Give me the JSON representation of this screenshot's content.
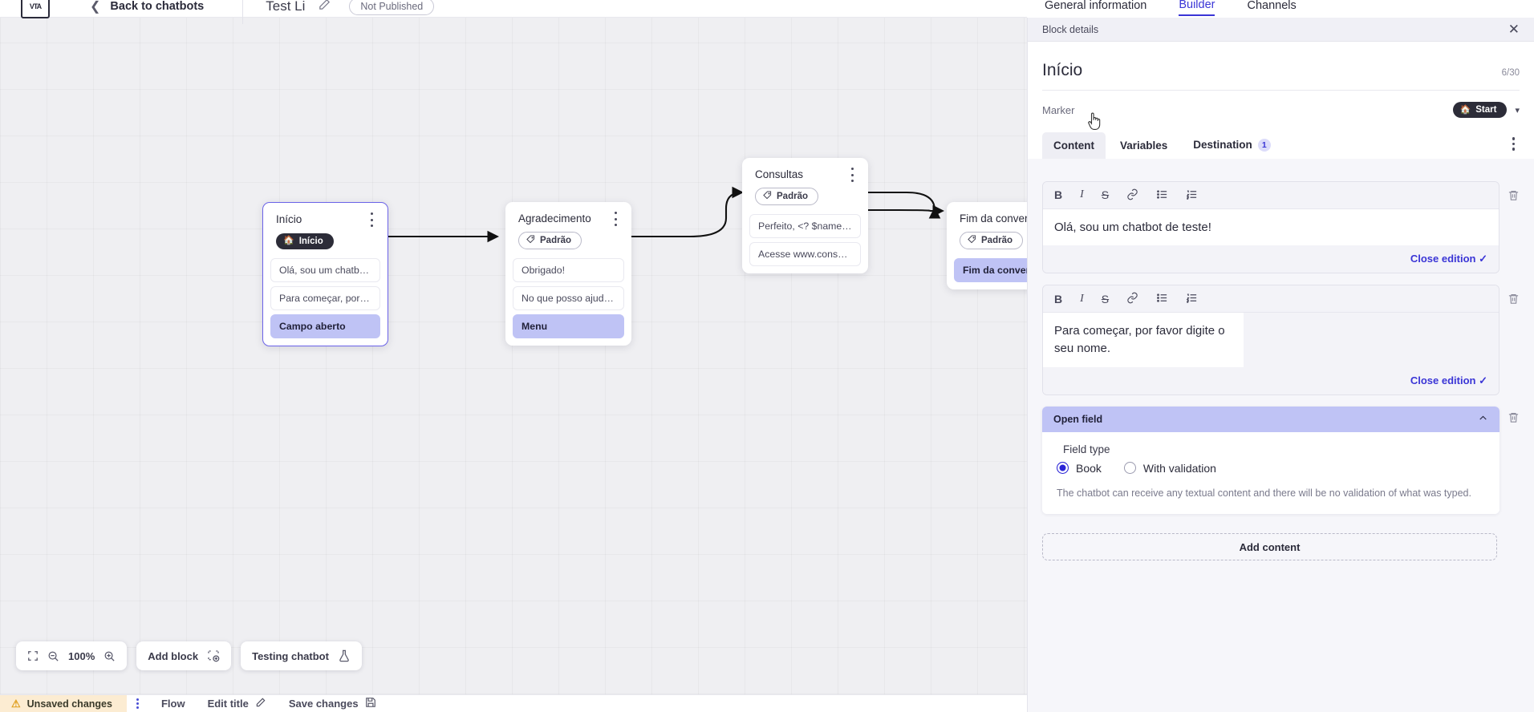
{
  "topbar": {
    "logo_alt": "vtex-logo",
    "back_label": "Back to chatbots",
    "chatbot_title": "Test Li",
    "edit_icon": "pencil-icon",
    "publish_status": "Not Published"
  },
  "header_tabs": [
    {
      "label": "General information",
      "active": false
    },
    {
      "label": "Builder",
      "active": true
    },
    {
      "label": "Channels",
      "active": false
    }
  ],
  "canvas": {
    "nodes": [
      {
        "title": "Início",
        "badge": {
          "type": "start",
          "label": "Início",
          "icon": "home-icon"
        },
        "rows": [
          {
            "text": "Olá, sou um chatbot de teste!",
            "highlight": false
          },
          {
            "text": "Para começar, por favor digite o ...",
            "highlight": false
          },
          {
            "text": "Campo aberto",
            "highlight": true
          }
        ],
        "selected": true
      },
      {
        "title": "Agradecimento",
        "badge": {
          "type": "default",
          "label": "Padrão",
          "icon": "tag-icon"
        },
        "rows": [
          {
            "text": "Obrigado!",
            "highlight": false
          },
          {
            "text": "No que posso ajudar, <? $name ...",
            "highlight": false
          },
          {
            "text": "Menu",
            "highlight": true
          }
        ],
        "selected": false
      },
      {
        "title": "Consultas",
        "badge": {
          "type": "default",
          "label": "Padrão",
          "icon": "tag-icon"
        },
        "rows": [
          {
            "text": "Perfeito, <? $name ?>!",
            "highlight": false
          },
          {
            "text": "Acesse www.consultas.com par...",
            "highlight": false
          }
        ],
        "selected": false
      },
      {
        "title": "Fim da conversa",
        "badge": {
          "type": "default",
          "label": "Padrão",
          "icon": "tag-icon"
        },
        "rows": [
          {
            "text": "Fim da conversa",
            "highlight": true
          }
        ],
        "selected": false
      }
    ]
  },
  "bottom_tools": {
    "fit_icon": "fit-screen-icon",
    "zoom_out_icon": "zoom-out-icon",
    "zoom_level": "100%",
    "zoom_in_icon": "zoom-in-icon",
    "add_block_label": "Add block",
    "add_block_icon": "add-block-icon",
    "testing_label": "Testing chatbot",
    "testing_icon": "flask-icon"
  },
  "statusbar": {
    "warning_icon": "warning-triangle-icon",
    "unsaved_label": "Unsaved changes",
    "kebab_icon": "more-vertical-icon",
    "flow_label": "Flow",
    "edit_title_label": "Edit title",
    "edit_title_icon": "pencil-icon",
    "save_label": "Save changes",
    "save_icon": "save-disk-icon"
  },
  "panel": {
    "header_title": "Block details",
    "close_icon": "close-icon",
    "block_title": "Início",
    "char_count": "6/30",
    "marker_label": "Marker",
    "marker_value": "Start",
    "marker_icon": "home-icon",
    "marker_chevron": "chevron-down-icon",
    "tabs": [
      {
        "label": "Content",
        "active": true,
        "badge": null
      },
      {
        "label": "Variables",
        "active": false,
        "badge": null
      },
      {
        "label": "Destination",
        "active": false,
        "badge": "1"
      }
    ],
    "kebab_icon": "more-vertical-icon",
    "editor_toolbar": [
      {
        "icon": "bold-icon",
        "glyph": "B"
      },
      {
        "icon": "italic-icon",
        "glyph": "I"
      },
      {
        "icon": "strikethrough-icon",
        "glyph": "S"
      },
      {
        "icon": "link-icon",
        "glyph": "⊘"
      },
      {
        "icon": "bullet-list-icon",
        "glyph": "☰"
      },
      {
        "icon": "numbered-list-icon",
        "glyph": "☲"
      }
    ],
    "editors": [
      {
        "text": "Olá, sou um chatbot de teste!",
        "close_label": "Close edition",
        "trash_icon": "trash-icon"
      },
      {
        "text": "Para começar, por favor digite o seu nome.",
        "close_label": "Close edition",
        "trash_icon": "trash-icon"
      }
    ],
    "open_field": {
      "header": "Open field",
      "collapse_icon": "chevron-up-icon",
      "trash_icon": "trash-icon",
      "field_type_label": "Field type",
      "options": [
        {
          "label": "Book",
          "selected": true
        },
        {
          "label": "With validation",
          "selected": false
        }
      ],
      "description": "The chatbot can receive any textual content and there will be no validation of what was typed."
    },
    "add_content_label": "Add content"
  },
  "colors": {
    "accent": "#3a35d6",
    "highlight": "#bfc3f5",
    "warning_bg": "#fcecd2",
    "canvas_bg": "#efeff2"
  }
}
